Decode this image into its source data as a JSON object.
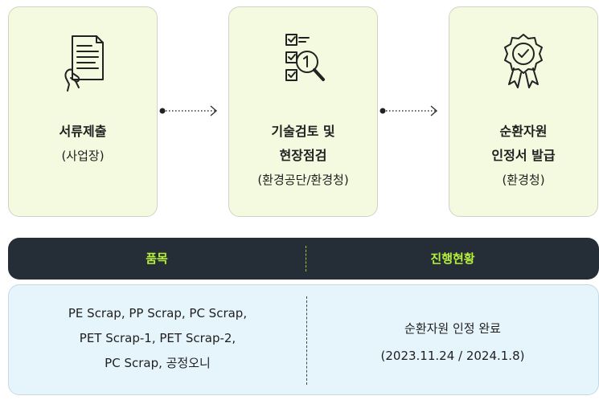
{
  "steps": [
    {
      "title_line1": "서류제출",
      "title_line2": "",
      "sub": "(사업장)",
      "icon": "document-hand-icon"
    },
    {
      "title_line1": "기술검토 및",
      "title_line2": "현장점검",
      "sub": "(환경공단/환경청)",
      "icon": "checklist-magnifier-icon"
    },
    {
      "title_line1": "순환자원",
      "title_line2": "인정서 발급",
      "sub": "(환경청)",
      "icon": "certificate-badge-icon"
    }
  ],
  "table": {
    "header_items": "품목",
    "header_status": "진행현황",
    "items_line1": "PE Scrap, PP Scrap, PC Scrap,",
    "items_line2": "PET Scrap-1, PET Scrap-2,",
    "items_line3": "PC Scrap, 공정오니",
    "status_line1": "순환자원 인정 완료",
    "status_line2": "(2023.11.24 / 2024.1.8)"
  },
  "colors": {
    "card_bg": "#f3fadf",
    "header_bg": "#252d36",
    "header_text": "#b7f03a",
    "body_bg": "#e6f4fc"
  }
}
